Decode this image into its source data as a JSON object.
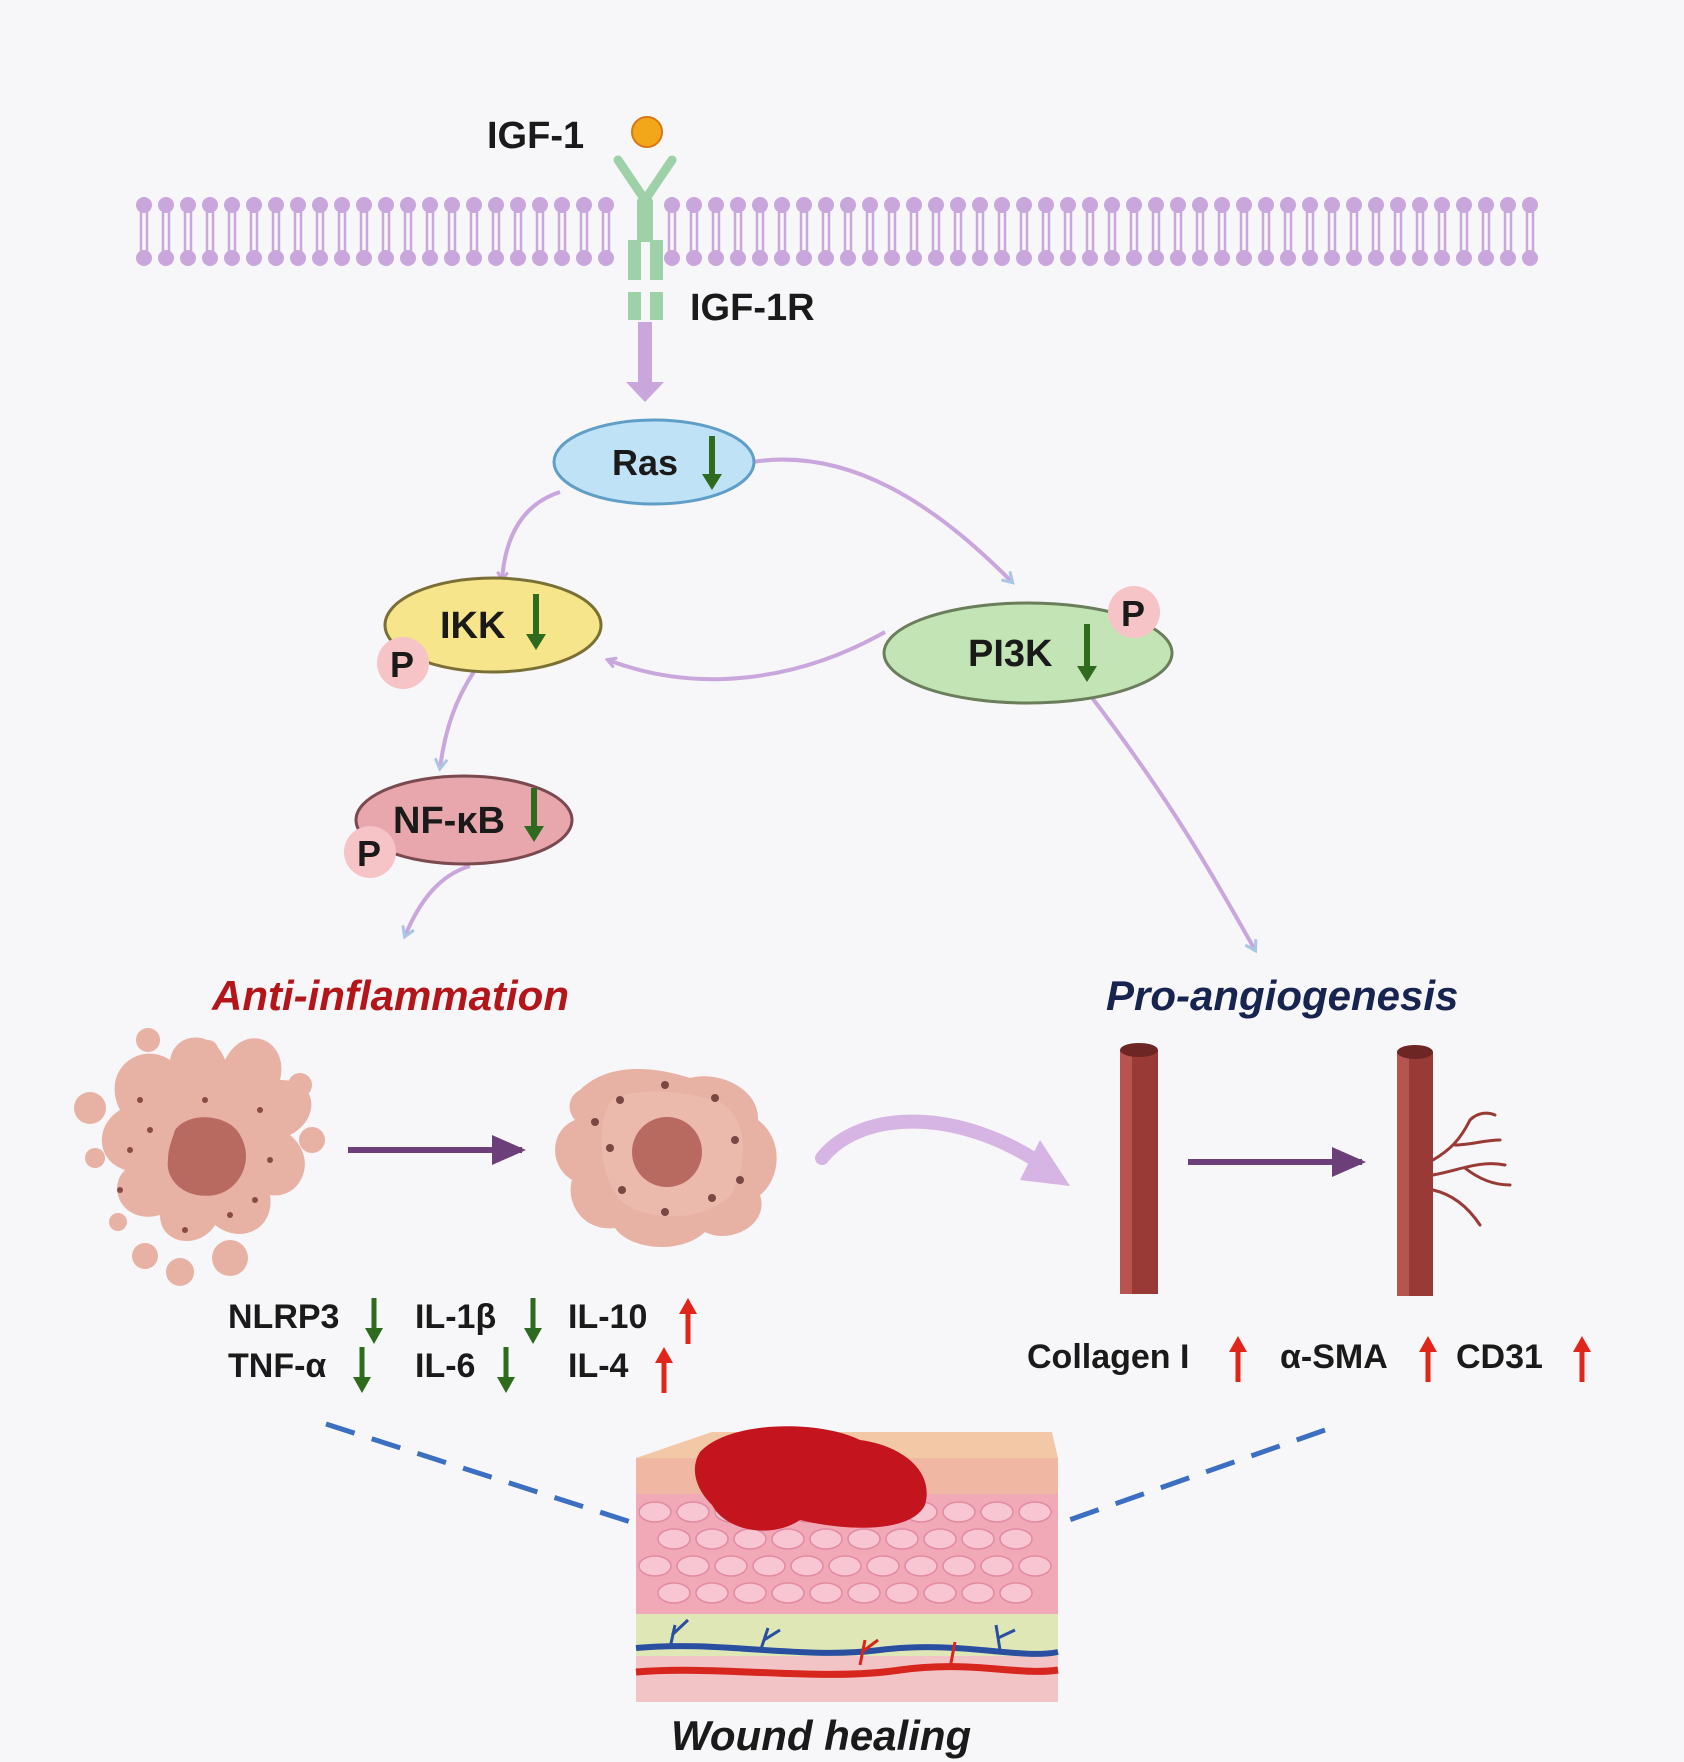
{
  "ligand": {
    "label": "IGF-1",
    "color": "#f2a71b"
  },
  "receptor": {
    "label": "IGF-1R",
    "color": "#9fd1a8"
  },
  "membrane": {
    "color": "#c9a6dc"
  },
  "nodes": {
    "ras": {
      "label": "Ras",
      "fill": "#bfe2f6",
      "stroke": "#5f9fc7",
      "effect": "down"
    },
    "ikk": {
      "label": "IKK",
      "fill": "#f6e58a",
      "stroke": "#7a6f35",
      "effect": "down",
      "phospho": "P"
    },
    "pi3k": {
      "label": "PI3K",
      "fill": "#c3e4b5",
      "stroke": "#6b7e5c",
      "effect": "down",
      "phospho": "P"
    },
    "nfkb": {
      "label": "NF-κB",
      "fill": "#e8a7ad",
      "stroke": "#7a4a50",
      "effect": "down",
      "phospho": "P"
    }
  },
  "outcomes": {
    "anti_inflammation": {
      "label": "Anti-inflammation",
      "color": "#b3151b"
    },
    "pro_angiogenesis": {
      "label": "Pro-angiogenesis",
      "color": "#17244f"
    }
  },
  "inflammation_markers": [
    {
      "label": "NLRP3",
      "effect": "down"
    },
    {
      "label": "IL-1β",
      "effect": "down"
    },
    {
      "label": "IL-10",
      "effect": "up"
    },
    {
      "label": "TNF-α",
      "effect": "down"
    },
    {
      "label": "IL-6",
      "effect": "down"
    },
    {
      "label": "IL-4",
      "effect": "up"
    }
  ],
  "angiogenesis_markers": [
    {
      "label": "Collagen I",
      "effect": "up"
    },
    {
      "label": "α-SMA",
      "effect": "up"
    },
    {
      "label": "CD31",
      "effect": "up"
    }
  ],
  "result": {
    "label": "Wound healing"
  },
  "colors": {
    "down_arrow": "#2f6b1f",
    "up_arrow": "#e0261b",
    "phospho_fill": "#f6c3c6",
    "pathway_purple": "#c9a6dc",
    "pathway_blue": "#a9c6e6",
    "flow_arrow": "#6c3f7a",
    "dash_line": "#3c6fc2",
    "macrophage": "#e7b1a4",
    "nucleus": "#b96a60",
    "vessel": "#9a3a36"
  }
}
